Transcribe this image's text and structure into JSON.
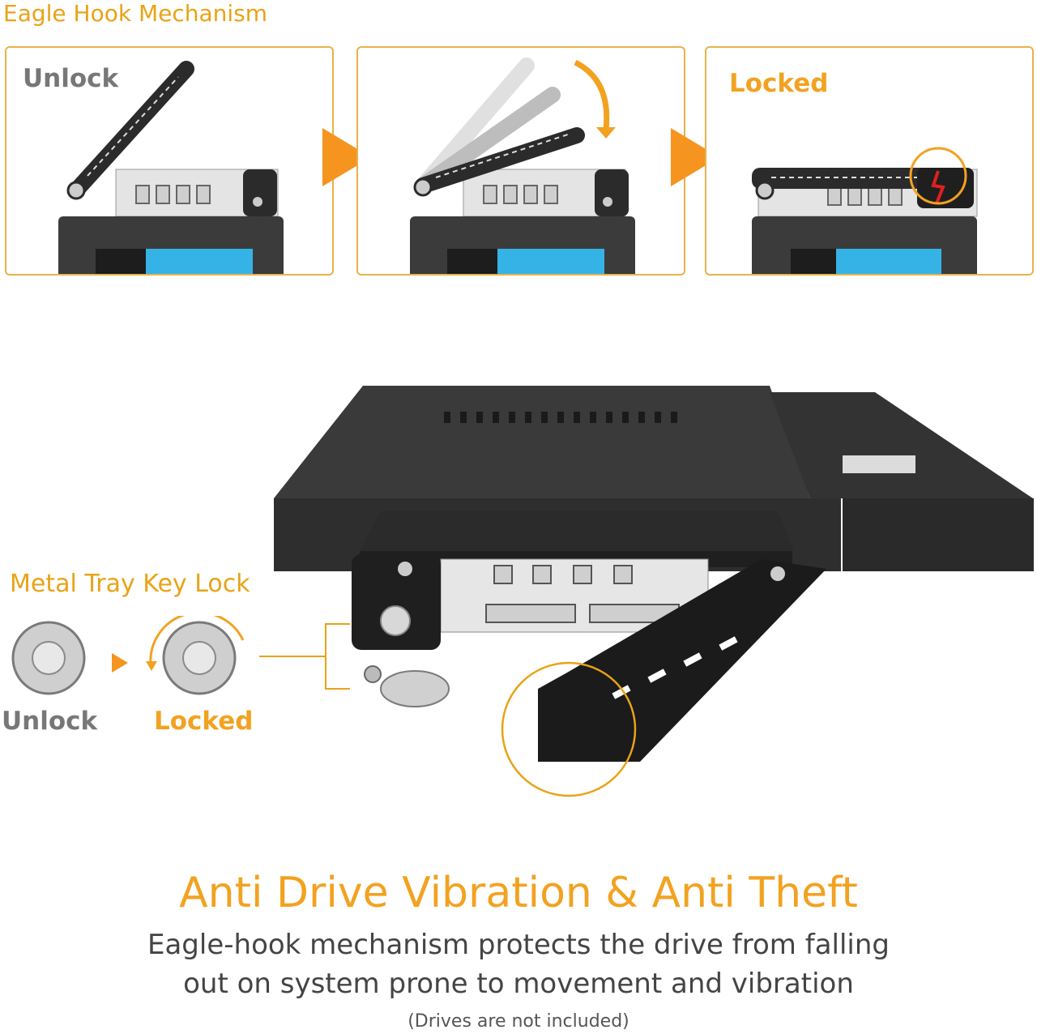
{
  "mechanism": {
    "title": "Eagle Hook Mechanism",
    "panels": [
      {
        "label": "Unlock"
      },
      {
        "label": ""
      },
      {
        "label": "Locked"
      }
    ]
  },
  "key_lock": {
    "title": "Metal Tray Key Lock",
    "unlock_label": "Unlock",
    "locked_label": "Locked"
  },
  "headline": "Anti Drive Vibration & Anti Theft",
  "description": {
    "line1": "Eagle-hook mechanism protects the drive from falling",
    "line2": "out on system prone to movement and vibration"
  },
  "note": "(Drives are not included)",
  "colors": {
    "accent_orange": "#f2a221",
    "arrow_orange": "#f5941f",
    "panel_border": "#e8b24a",
    "metal_black": "#2b2b2b",
    "drive_blue": "#36b3e6"
  }
}
